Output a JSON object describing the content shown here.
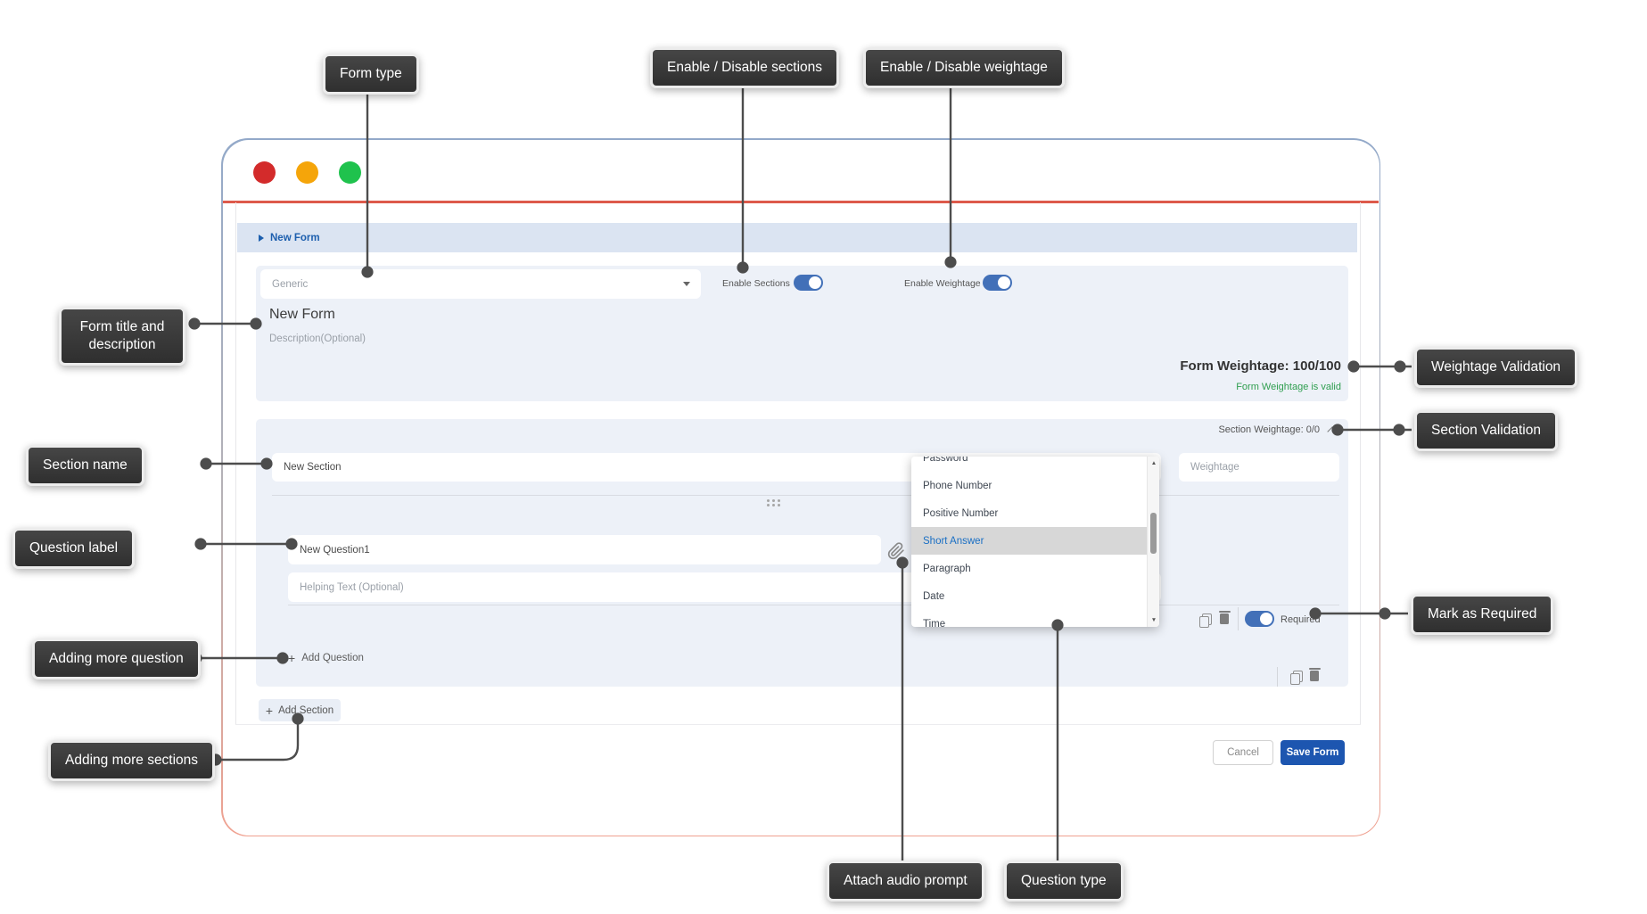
{
  "callouts": {
    "form_type": "Form type",
    "enable_sections": "Enable / Disable sections",
    "enable_weightage": "Enable / Disable weightage",
    "form_title": "Form title and description",
    "section_name": "Section name",
    "question_label": "Question label",
    "adding_more_question": "Adding more question",
    "adding_more_sections": "Adding more sections",
    "weightage_validation": "Weightage Validation",
    "section_validation": "Section Validation",
    "mark_as_required": "Mark as Required",
    "attach_audio": "Attach audio prompt",
    "question_type": "Question type"
  },
  "window": {
    "breadcrumb": "New Form",
    "form_type_value": "Generic",
    "enable_sections_label": "Enable Sections",
    "enable_weightage_label": "Enable Weightage",
    "form_title_value": "New Form",
    "description_placeholder": "Description(Optional)",
    "form_weightage_label": "Form Weightage: 100/100",
    "form_weightage_status": "Form Weightage is valid",
    "section": {
      "weightage_label": "Section Weightage: 0/0",
      "name_value": "New Section",
      "weightage_placeholder": "Weightage",
      "question_value": "New Question1",
      "helping_placeholder": "Helping Text (Optional)",
      "required_label": "Required",
      "add_question_label": "Add Question"
    },
    "add_section_label": "Add Section",
    "cancel_label": "Cancel",
    "save_label": "Save Form"
  },
  "dropdown": {
    "items": [
      {
        "label": "Password",
        "selected": false
      },
      {
        "label": "Phone Number",
        "selected": false
      },
      {
        "label": "Positive Number",
        "selected": false
      },
      {
        "label": "Short Answer",
        "selected": true
      },
      {
        "label": "Paragraph",
        "selected": false
      },
      {
        "label": "Date",
        "selected": false
      },
      {
        "label": "Time",
        "selected": false
      }
    ]
  },
  "icons": {
    "scroll_up": "▲",
    "scroll_down": "▼",
    "plus": "+"
  },
  "colors": {
    "accent_blue": "#4270b8",
    "save_blue": "#1d56b0",
    "valid_green": "#2f9e4f",
    "callout_bg": "#3a3a3a",
    "window_border_top": "#93a9c9",
    "window_border_bottom": "#f0a190",
    "divider_red": "#dd5a4b",
    "traffic_red": "#d32b2b",
    "traffic_yellow": "#f5a50a",
    "traffic_green": "#1fc24d"
  }
}
